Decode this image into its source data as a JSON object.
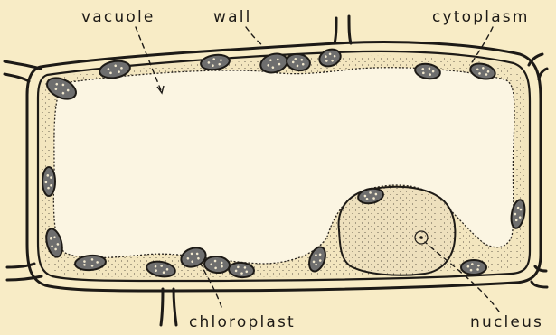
{
  "labels": {
    "vacuole": "vacuole",
    "wall": "wall",
    "cytoplasm": "cytoplasm",
    "chloroplast": "chloroplast",
    "nucleus": "nucleus"
  },
  "colors": {
    "background": "#f8ecc6",
    "ink": "#1d1a16",
    "vacuole": "#fbf5e2",
    "nucleus": "#eee0bd",
    "chloroplast": "#6e6e6e"
  }
}
